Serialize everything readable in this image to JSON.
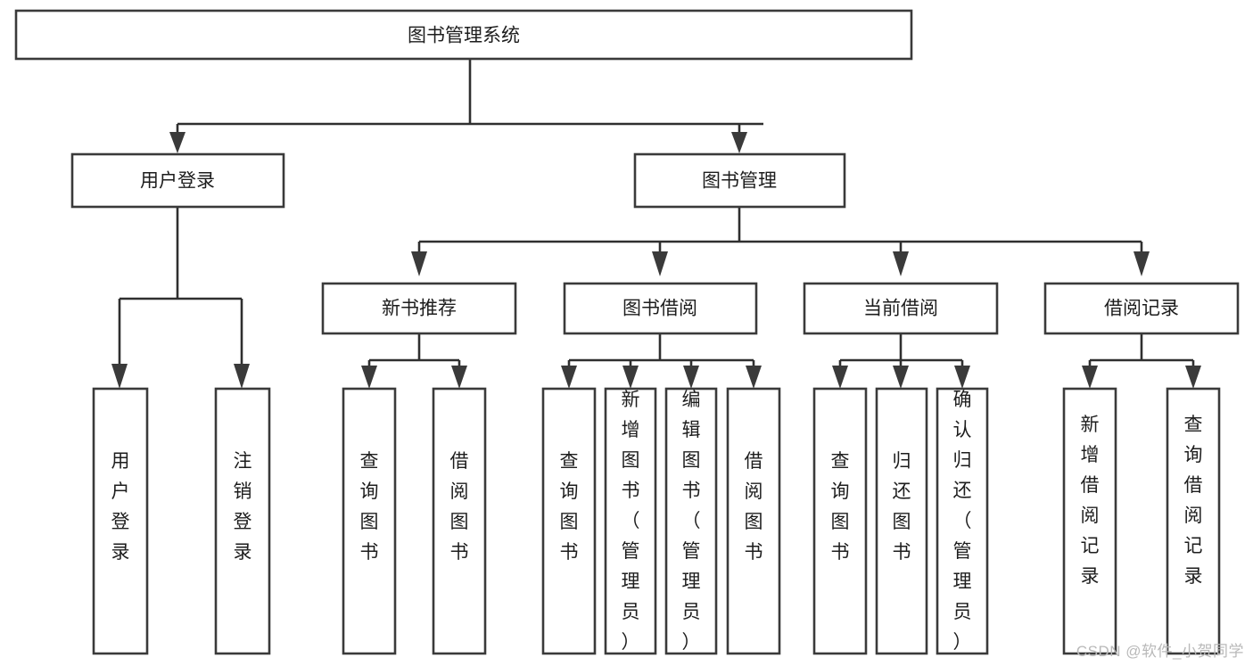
{
  "diagram": {
    "type": "tree",
    "title": "图书管理系统",
    "watermark": "CSDN @软件_小贺同学",
    "colors": {
      "box_stroke": "#3a3a3a",
      "box_fill": "#ffffff",
      "connector": "#2f2f2f",
      "text": "#1d1d1d",
      "watermark": "#b9b9b9",
      "background": "#ffffff"
    },
    "nodes": {
      "root": {
        "label": "图书管理系统",
        "orientation": "horizontal"
      },
      "level2": [
        {
          "label": "用户登录",
          "orientation": "horizontal"
        },
        {
          "label": "图书管理",
          "orientation": "horizontal"
        }
      ],
      "level3": [
        {
          "label": "新书推荐",
          "orientation": "horizontal"
        },
        {
          "label": "图书借阅",
          "orientation": "horizontal"
        },
        {
          "label": "当前借阅",
          "orientation": "horizontal"
        },
        {
          "label": "借阅记录",
          "orientation": "horizontal"
        }
      ],
      "leaves": {
        "user_login": [
          {
            "label": "用户登录",
            "orientation": "vertical"
          },
          {
            "label": "注销登录",
            "orientation": "vertical"
          }
        ],
        "new_book_recommend": [
          {
            "label": "查询图书",
            "orientation": "vertical"
          },
          {
            "label": "借阅图书",
            "orientation": "vertical"
          }
        ],
        "book_borrow": [
          {
            "label": "查询图书",
            "orientation": "vertical"
          },
          {
            "label": "新增图书（管理员）",
            "orientation": "vertical"
          },
          {
            "label": "编辑图书（管理员）",
            "orientation": "vertical"
          },
          {
            "label": "借阅图书",
            "orientation": "vertical"
          }
        ],
        "current_borrow": [
          {
            "label": "查询图书",
            "orientation": "vertical"
          },
          {
            "label": "归还图书",
            "orientation": "vertical"
          },
          {
            "label": "确认归还（管理员）",
            "orientation": "vertical"
          }
        ],
        "borrow_record": [
          {
            "label": "新增借阅记录",
            "orientation": "vertical"
          },
          {
            "label": "查询借阅记录",
            "orientation": "vertical"
          }
        ]
      }
    }
  }
}
